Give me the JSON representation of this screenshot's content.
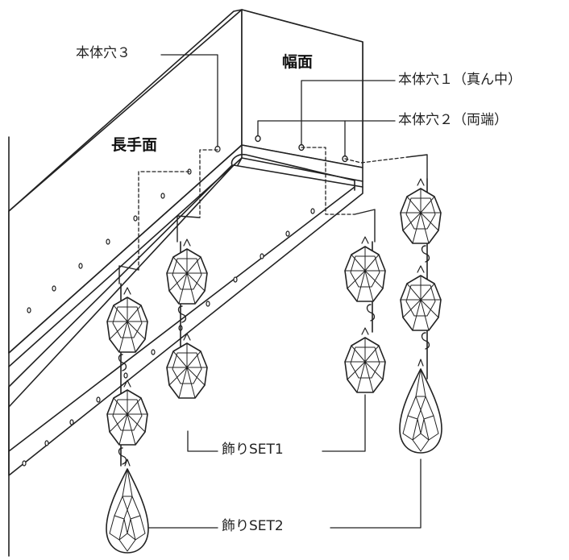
{
  "labels": {
    "hole3": "本体穴３",
    "width_face": "幅面",
    "hole1": "本体穴１（真ん中）",
    "hole2": "本体穴２（両端）",
    "long_face": "長手面",
    "set1": "飾りSET1",
    "set2": "飾りSET2"
  },
  "icons": {
    "crystal": "octagonal-crystal-icon",
    "teardrop": "teardrop-crystal-icon",
    "hook": "hook-icon"
  },
  "colors": {
    "line": "#222222",
    "background": "#ffffff"
  }
}
